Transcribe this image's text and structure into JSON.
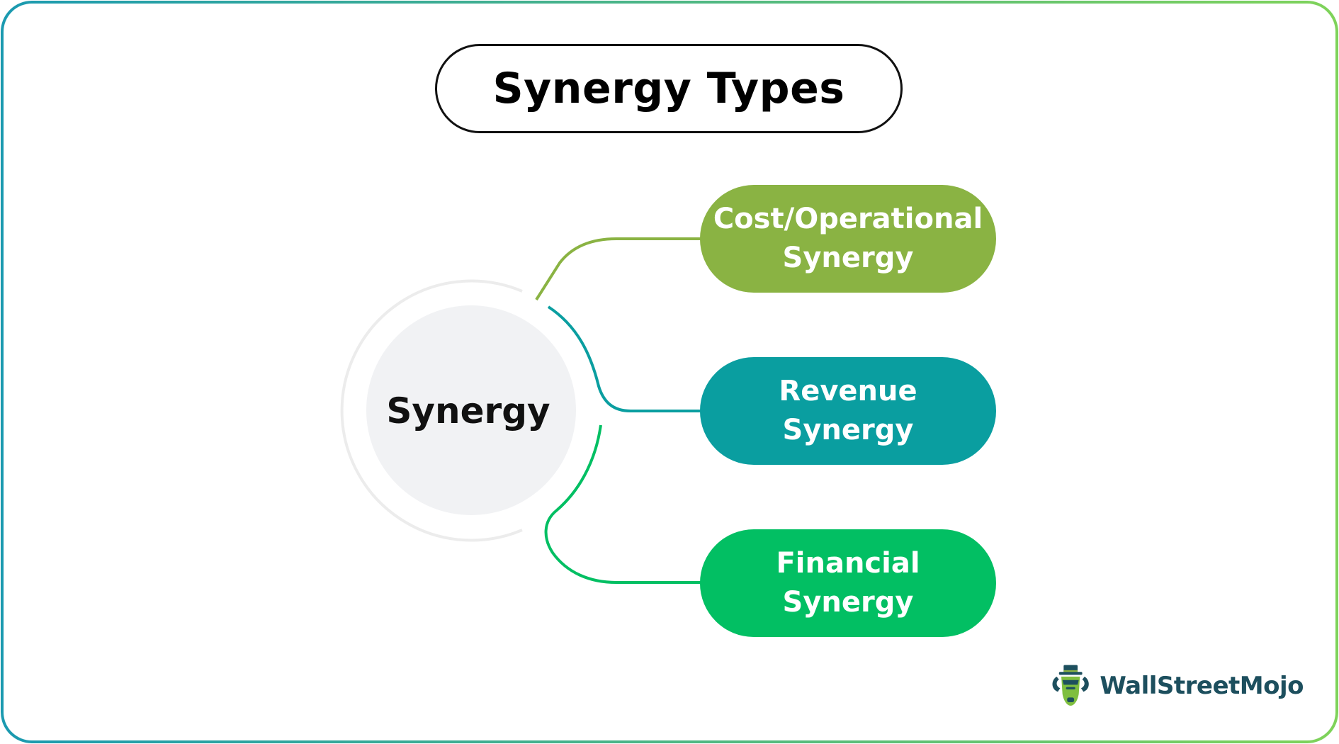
{
  "title": "Synergy Types",
  "center": {
    "label": "Synergy"
  },
  "branches": [
    {
      "line1": "Cost/Operational",
      "line2": "Synergy",
      "color": "#8ab343"
    },
    {
      "line1": "Revenue",
      "line2": "Synergy",
      "color": "#0a9ea0"
    },
    {
      "line1": "Financial",
      "line2": "Synergy",
      "color": "#02bf63"
    }
  ],
  "brand": {
    "name": "WallStreetMojo"
  },
  "colors": {
    "border_start": "#1b9ab0",
    "border_end": "#7fd35a",
    "center_fill": "#f1f2f4",
    "ring": "#eeeeee",
    "connector_teal": "#0a9ea0"
  }
}
